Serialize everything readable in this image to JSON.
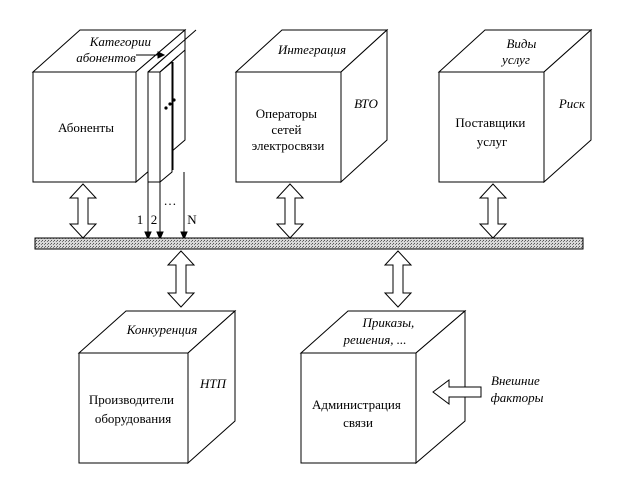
{
  "blocks": {
    "subscribers": {
      "front": [
        "Абоненты"
      ],
      "top": [
        "Категории",
        "абонентов"
      ],
      "channels": [
        "1",
        "2",
        "…",
        "N"
      ]
    },
    "operators": {
      "front": [
        "Операторы",
        "сетей",
        "электросвязи"
      ],
      "top": [
        "Интеграция"
      ],
      "side": "ВТО"
    },
    "providers": {
      "front": [
        "Поставщики",
        "услуг"
      ],
      "top": [
        "Виды",
        "услуг"
      ],
      "side": "Риск"
    },
    "manufacturers": {
      "front": [
        "Производители",
        "оборудования"
      ],
      "top": [
        "Конкуренция"
      ],
      "side": "НТП"
    },
    "administration": {
      "front": [
        "Администрация",
        "связи"
      ],
      "top": [
        "Приказы,",
        "решения, ..."
      ],
      "external": [
        "Внешние",
        "факторы"
      ]
    }
  }
}
